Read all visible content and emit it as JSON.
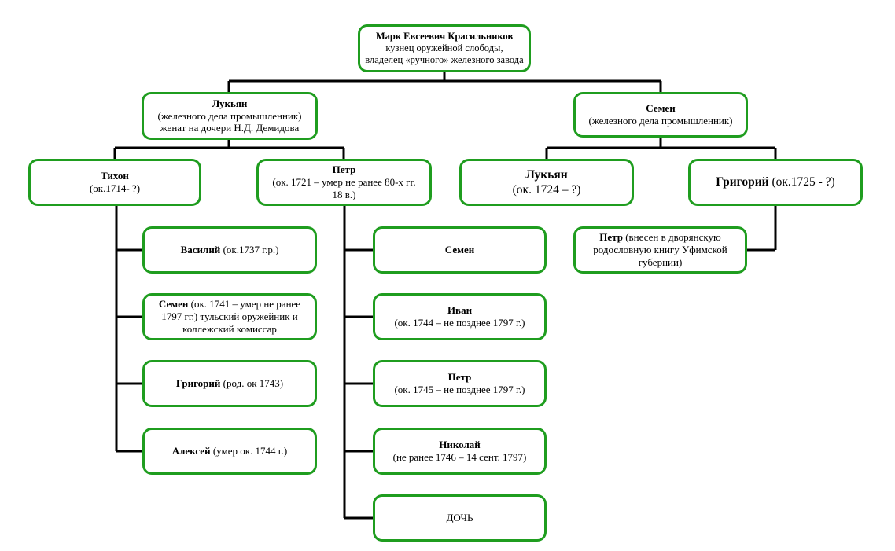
{
  "root": {
    "name": "Марк Евсеевич Красильников",
    "line1": "кузнец оружейной слободы,",
    "line2": "владелец «ручного» железного завода"
  },
  "lukyan1": {
    "name": "Лукьян",
    "line1": "(железного дела промышленник)",
    "line2": "женат на дочери Н.Д. Демидова"
  },
  "semen1": {
    "name": "Семен",
    "line1": "(железного дела промышленник)"
  },
  "tikhon": {
    "name": "Тихон",
    "line1": "(ок.1714- ?)"
  },
  "petr1": {
    "name": "Петр",
    "line1": "(ок. 1721 – умер не ранее 80-х гг.",
    "line2": "18 в.)"
  },
  "lukyan2": {
    "name": "Лукьян",
    "line1": "(ок. 1724 – ?)"
  },
  "grigoriy1": {
    "name": "Григорий",
    "rest": " (ок.1725 - ?)"
  },
  "petr3": {
    "name": "Петр",
    "rest1": " (внесен в дворянскую",
    "line2": "родословную книгу Уфимской",
    "line3": "губернии)"
  },
  "vasiliy": {
    "name": "Василий",
    "rest": " (ок.1737 г.р.)"
  },
  "semen2": {
    "name": "Семен",
    "rest1": " (ок. 1741 – умер не ранее",
    "line2": "1797 гг.) тульский оружейник и",
    "line3": "коллежский комиссар"
  },
  "grigoriy2": {
    "name": "Григорий",
    "rest": " (род. ок 1743)"
  },
  "aleksey": {
    "name": "Алексей",
    "rest": " (умер ок. 1744 г.)"
  },
  "semen3": {
    "name": "Семен"
  },
  "ivan": {
    "name": "Иван",
    "line1": "(ок. 1744 – не позднее 1797 г.)"
  },
  "petr2": {
    "name": "Петр",
    "line1": "(ок. 1745 – не позднее 1797 г.)"
  },
  "nikolay": {
    "name": "Николай",
    "line1": "(не ранее 1746 – 14 сент. 1797)"
  },
  "doch": {
    "name": "ДОЧЬ"
  },
  "colors": {
    "border": "#1f9d1f",
    "line": "#000000"
  }
}
